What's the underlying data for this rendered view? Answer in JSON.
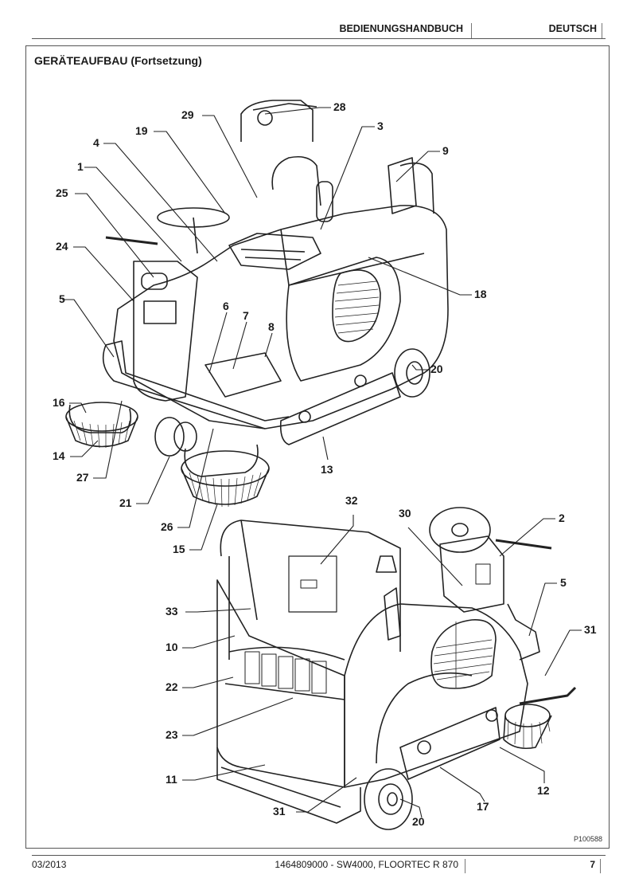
{
  "header": {
    "manual_title": "BEDIENUNGSHANDBUCH",
    "language": "DEUTSCH"
  },
  "section": {
    "title": "GERÄTEAUFBAU (Fortsetzung)"
  },
  "figure": {
    "reference_code": "P100588",
    "callouts_top_view": [
      "29",
      "28",
      "19",
      "3",
      "4",
      "9",
      "1",
      "25",
      "24",
      "18",
      "5",
      "6",
      "7",
      "8",
      "20",
      "16",
      "14",
      "13",
      "27",
      "21",
      "26",
      "15"
    ],
    "callouts_rear_view": [
      "2",
      "32",
      "30",
      "5",
      "33",
      "31",
      "10",
      "22",
      "23",
      "11",
      "12",
      "17",
      "31",
      "20"
    ]
  },
  "footer": {
    "date": "03/2013",
    "document": "1464809000 - SW4000, FLOORTEC R 870",
    "page_number": "7"
  }
}
